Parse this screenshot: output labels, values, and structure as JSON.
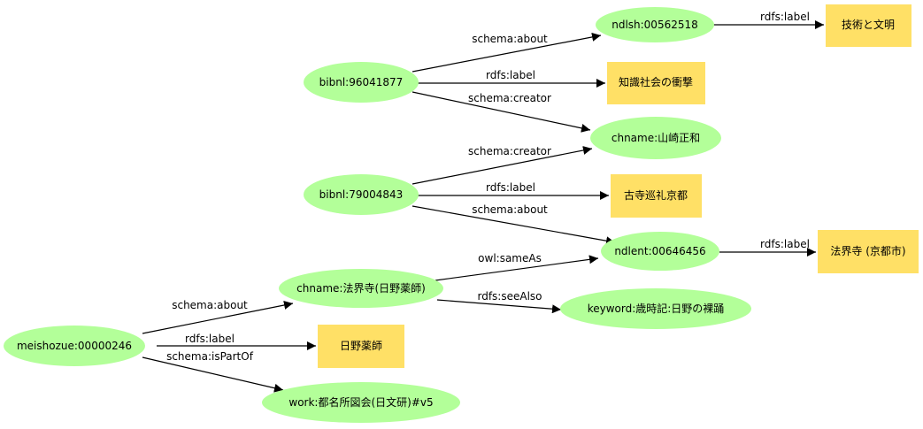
{
  "nodes": {
    "meishozue": "meishozue:00000246",
    "chname_horyu": "chname:法界寺(日野薬師)",
    "label_hino": "日野薬師",
    "work_miyako": "work:都名所図会(日文研)#v5",
    "bibnl_960": "bibnl:96041877",
    "bibnl_790": "bibnl:79004843",
    "ndlsh": "ndlsh:00562518",
    "label_chishiki": "知識社会の衝撃",
    "chname_yamazaki": "chname:山崎正和",
    "label_gijutsu": "技術と文明",
    "label_koji": "古寺巡礼京都",
    "ndlent": "ndlent:00646456",
    "label_hokaiji": "法界寺 (京都市)",
    "keyword": "keyword:歳時記:日野の裸踊"
  },
  "edges": {
    "bibnl960_about": "schema:about",
    "bibnl960_label": "rdfs:label",
    "bibnl960_creator": "schema:creator",
    "ndlsh_label": "rdfs:label",
    "bibnl790_creator": "schema:creator",
    "bibnl790_label": "rdfs:label",
    "bibnl790_about": "schema:about",
    "ndlent_label": "rdfs:label",
    "chname_sameas": "owl:sameAs",
    "chname_seealso": "rdfs:seeAlso",
    "meisho_about": "schema:about",
    "meisho_label": "rdfs:label",
    "meisho_partof": "schema:isPartOf"
  },
  "colors": {
    "resource_node": "#b3ff99",
    "literal_node": "#ffe066",
    "edge": "#000000"
  }
}
